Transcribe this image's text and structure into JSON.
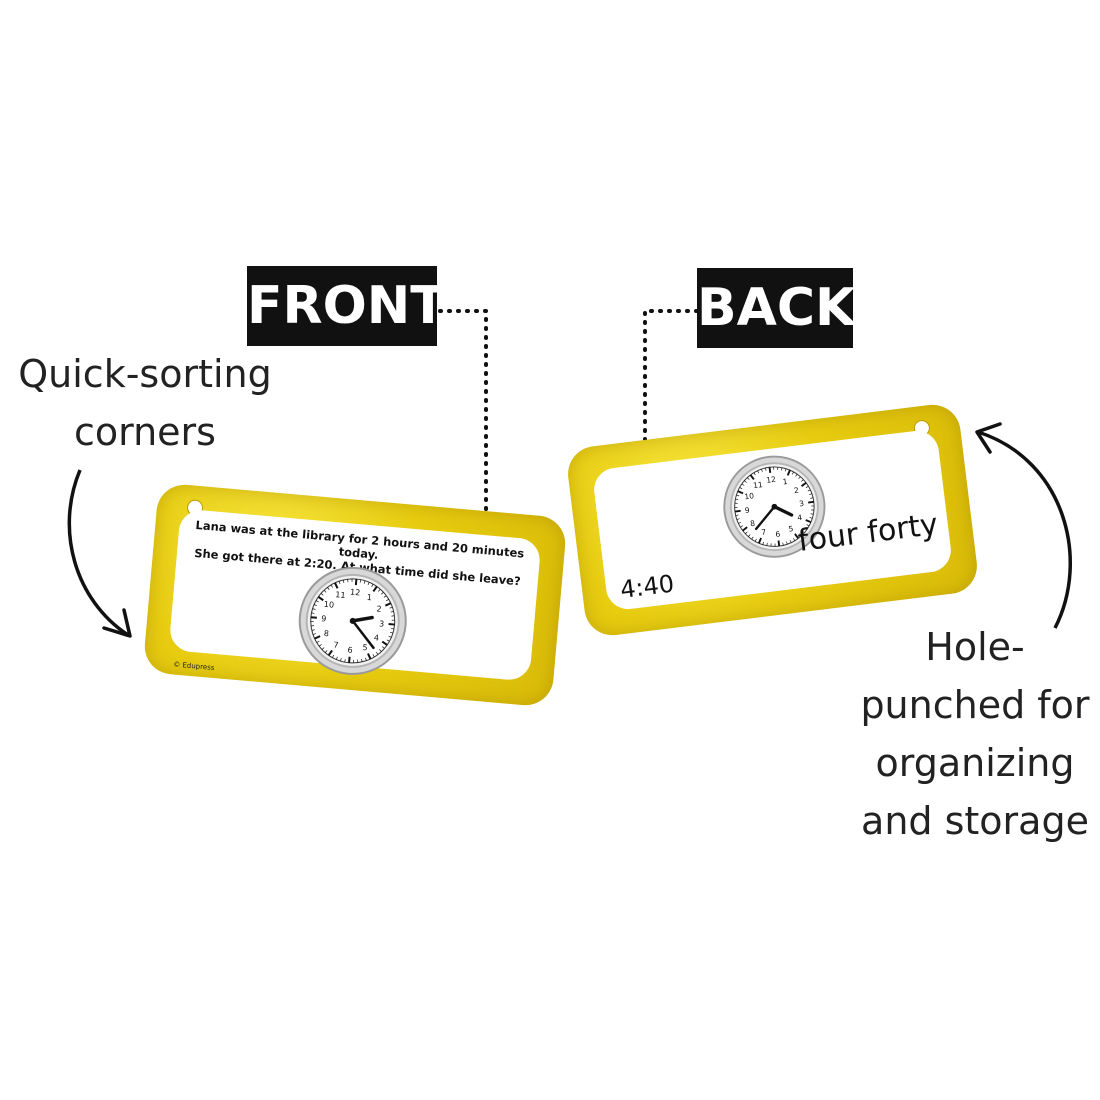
{
  "labels": {
    "front": "FRONT",
    "back": "BACK"
  },
  "callouts": {
    "quick_sort_line1": "Quick-sorting",
    "quick_sort_line2": "corners",
    "hole_line1": "Hole-",
    "hole_line2": "punched for",
    "hole_line3": "organizing",
    "hole_line4": "and storage"
  },
  "front_card": {
    "question_line1": "Lana was at the library for 2 hours and 20 minutes today.",
    "question_line2": "She got there at 2:20. At what time did she leave?",
    "copyright": "© Edupress",
    "clock_numbers": [
      "12",
      "1",
      "2",
      "3",
      "4",
      "5",
      "6",
      "7",
      "8",
      "9",
      "10",
      "11"
    ]
  },
  "back_card": {
    "answer_words": "four forty",
    "answer_digits": "4:40",
    "clock_numbers": [
      "12",
      "1",
      "2",
      "3",
      "4",
      "5",
      "6",
      "7",
      "8",
      "9",
      "10",
      "11"
    ]
  },
  "colors": {
    "card_yellow": "#e7cc10",
    "label_bg": "#111111",
    "text": "#222222"
  }
}
